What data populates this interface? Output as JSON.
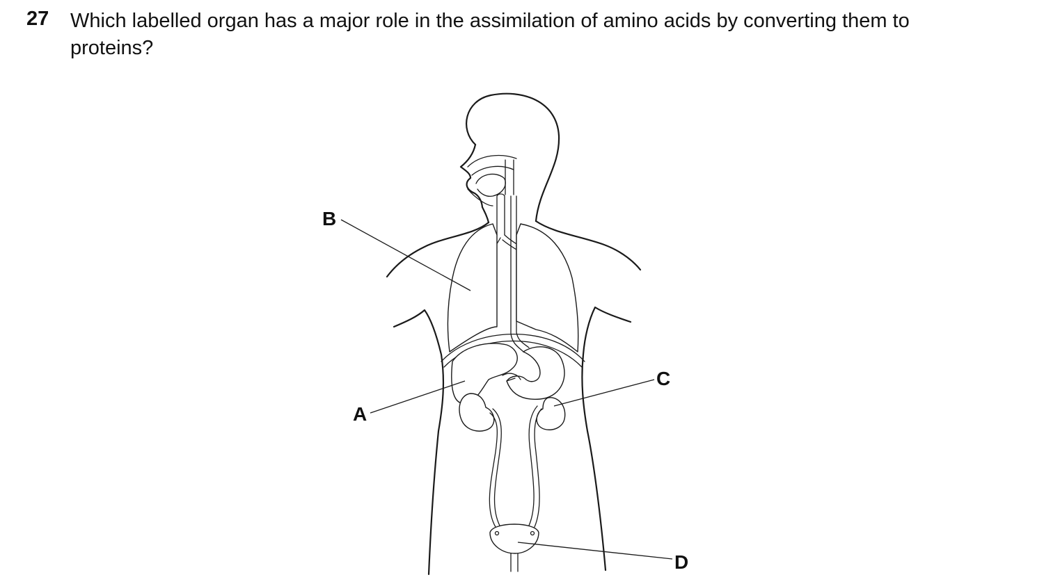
{
  "question": {
    "number": "27",
    "text": "Which labelled organ has a major role in the assimilation of amino acids by converting them to proteins?"
  },
  "diagram": {
    "labels": {
      "a": "A",
      "b": "B",
      "c": "C",
      "d": "D"
    }
  }
}
